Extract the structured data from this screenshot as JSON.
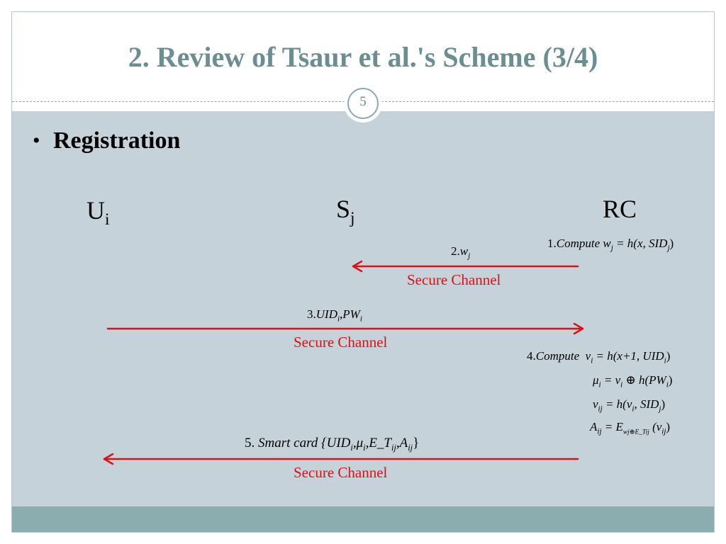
{
  "slide": {
    "title": "2. Review of Tsaur et al.'s Scheme (3/4)",
    "page_number": "5",
    "bullet": "Registration"
  },
  "entities": {
    "user": {
      "base": "U",
      "sub": "i"
    },
    "server": {
      "base": "S",
      "sub": "j"
    },
    "rc": "RC"
  },
  "messages": {
    "step1": {
      "num": "1.",
      "label": "Compute",
      "lhs": "w",
      "lhs_sub": "j",
      "rhs": "= h(x, SID",
      "rhs_sub": "j",
      "rhs_end": ")"
    },
    "step2": {
      "num": "2.",
      "var": "w",
      "sub": "j",
      "channel": "Secure Channel"
    },
    "step3": {
      "num": "3.",
      "a": "UID",
      "a_sub": "i",
      "sep": ",",
      "b": "PW",
      "b_sub": "i",
      "channel": "Secure Channel"
    },
    "step4": {
      "num": "4.",
      "label": "Compute",
      "eq1": {
        "lhs": "v",
        "lhs_sub": "i",
        "rhs": "= h(x+1, UID",
        "rhs_sub": "i",
        "rhs_end": ")"
      },
      "eq2": {
        "lhs": "μ",
        "lhs_sub": "i",
        "rhs_a": "= v",
        "rhs_a_sub": "i",
        "rhs_b": " ⊕ h(PW",
        "rhs_b_sub": "i",
        "rhs_end": ")"
      },
      "eq3": {
        "lhs": "v",
        "lhs_sub": "ij",
        "rhs_a": "= h(v",
        "rhs_a_sub": "i",
        "rhs_b": ", SID",
        "rhs_b_sub": "j",
        "rhs_end": ")"
      },
      "eq4": {
        "lhs": "A",
        "lhs_sub": "ij",
        "rhs_a": "= E",
        "rhs_a_sub": "wj⊕E_Tij",
        "rhs_b": "(v",
        "rhs_b_sub": "ij",
        "rhs_end": ")"
      }
    },
    "step5": {
      "num": "5.",
      "label": "Smart  card",
      "open": " {UID",
      "s1": "i",
      "mid1": ",μ",
      "s2": "i",
      "mid2": ",E_T",
      "s3": "ij",
      "mid3": ",A",
      "s4": "ij",
      "close": "}",
      "channel": "Secure Channel"
    }
  },
  "colors": {
    "title": "#6b8e91",
    "content_bg": "#c6d2d9",
    "footer": "#8cadb0",
    "arrow": "#dd1111",
    "channel_text": "#d11111"
  }
}
